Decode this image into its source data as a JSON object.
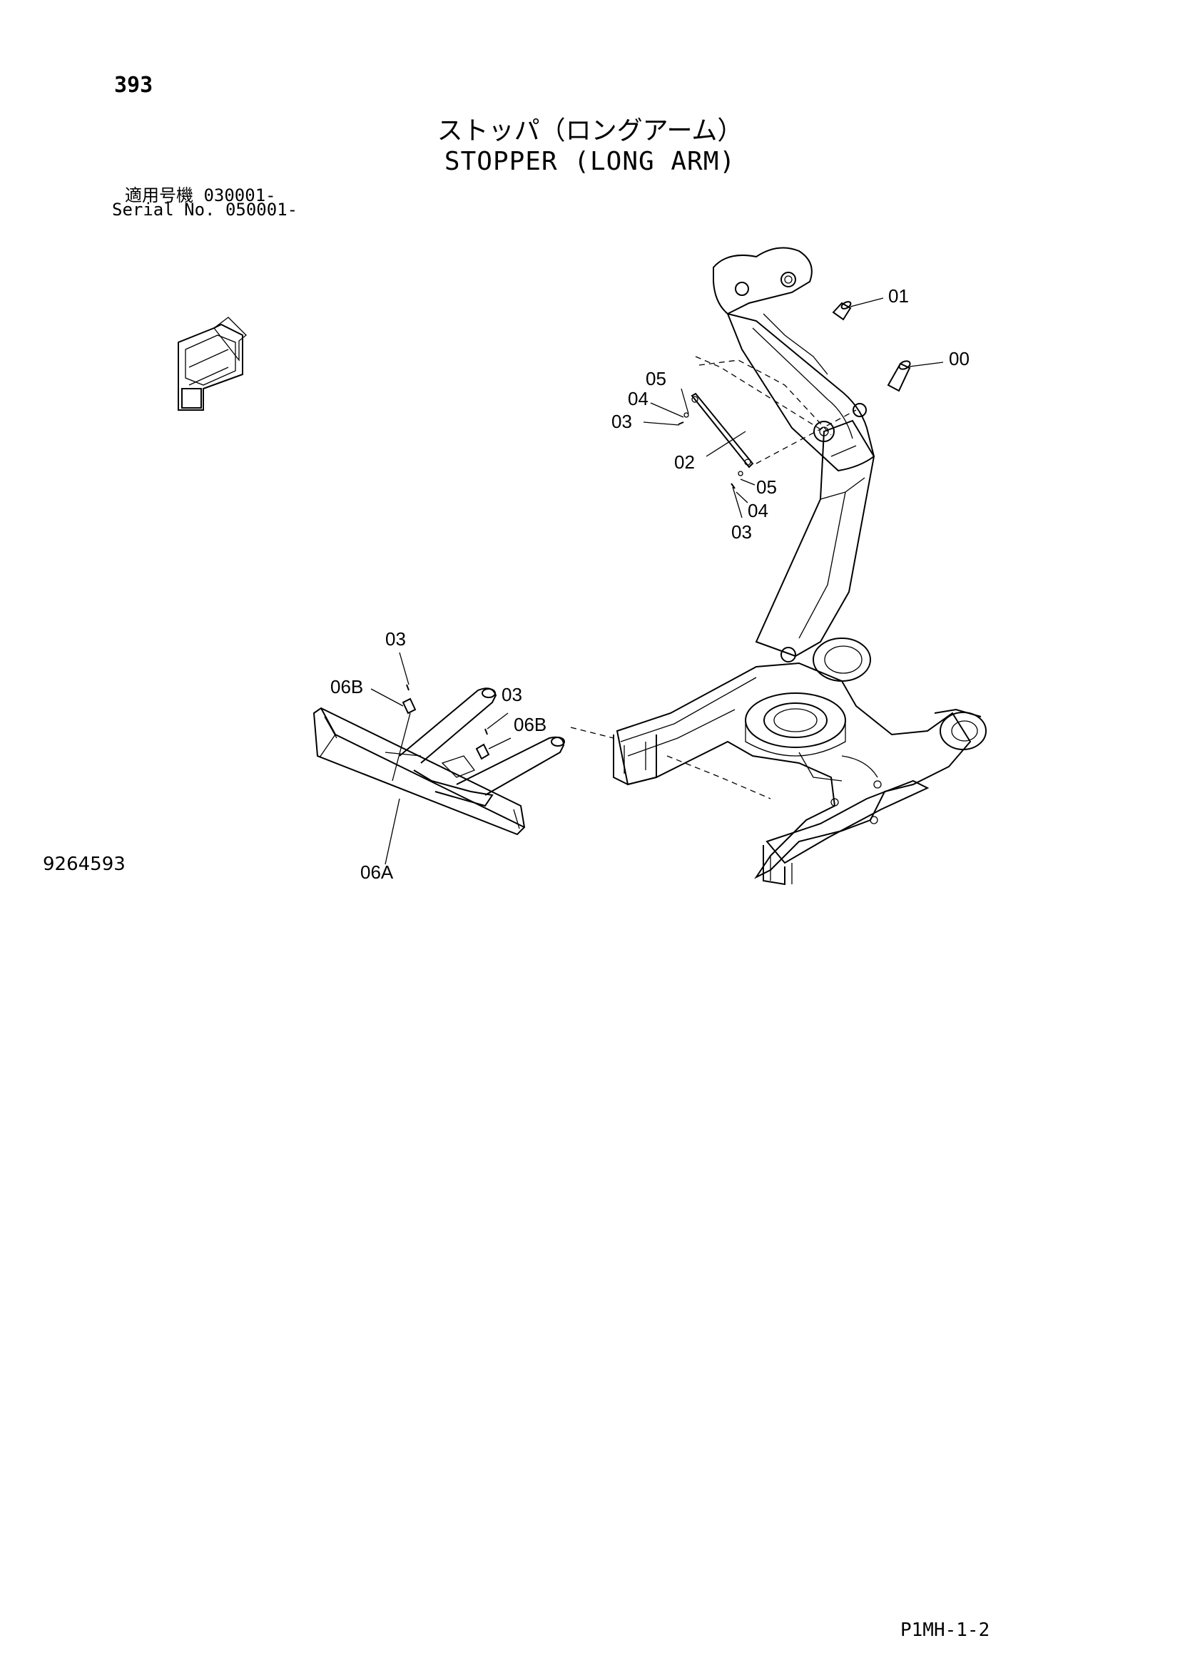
{
  "header": {
    "page_number": "393",
    "title_jp": "ストッパ（ロングアーム）",
    "title_en": "STOPPER (LONG ARM)",
    "serial_line_1": "適用号機  030001-",
    "serial_line_2": "Serial No. 050001-"
  },
  "callouts": [
    "01",
    "00",
    "05",
    "04",
    "03",
    "02",
    "05",
    "04",
    "03",
    "03",
    "06B",
    "03",
    "06B",
    "06A"
  ],
  "footer": {
    "figure_number": "9264593",
    "page_code": "P1MH-1-2"
  }
}
